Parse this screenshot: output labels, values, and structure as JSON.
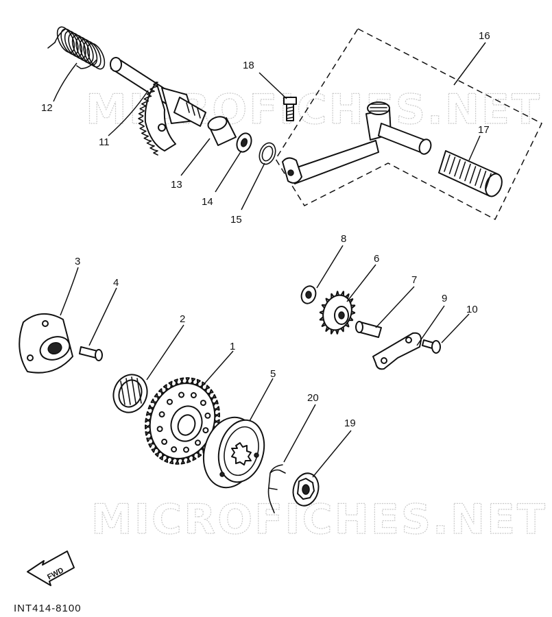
{
  "watermark": {
    "text_top": "MICROFICHES.NET",
    "text_bottom": "MICROFICHES.NET"
  },
  "diagram_code": "INT414-8100",
  "fwd_label": "FWD",
  "callouts": {
    "c1": "1",
    "c2": "2",
    "c3": "3",
    "c4": "4",
    "c5": "5",
    "c6": "6",
    "c7": "7",
    "c8": "8",
    "c9": "9",
    "c10": "10",
    "c11": "11",
    "c12": "12",
    "c13": "13",
    "c14": "14",
    "c15": "15",
    "c16": "16",
    "c17": "17",
    "c18": "18",
    "c19": "19",
    "c20": "20"
  }
}
